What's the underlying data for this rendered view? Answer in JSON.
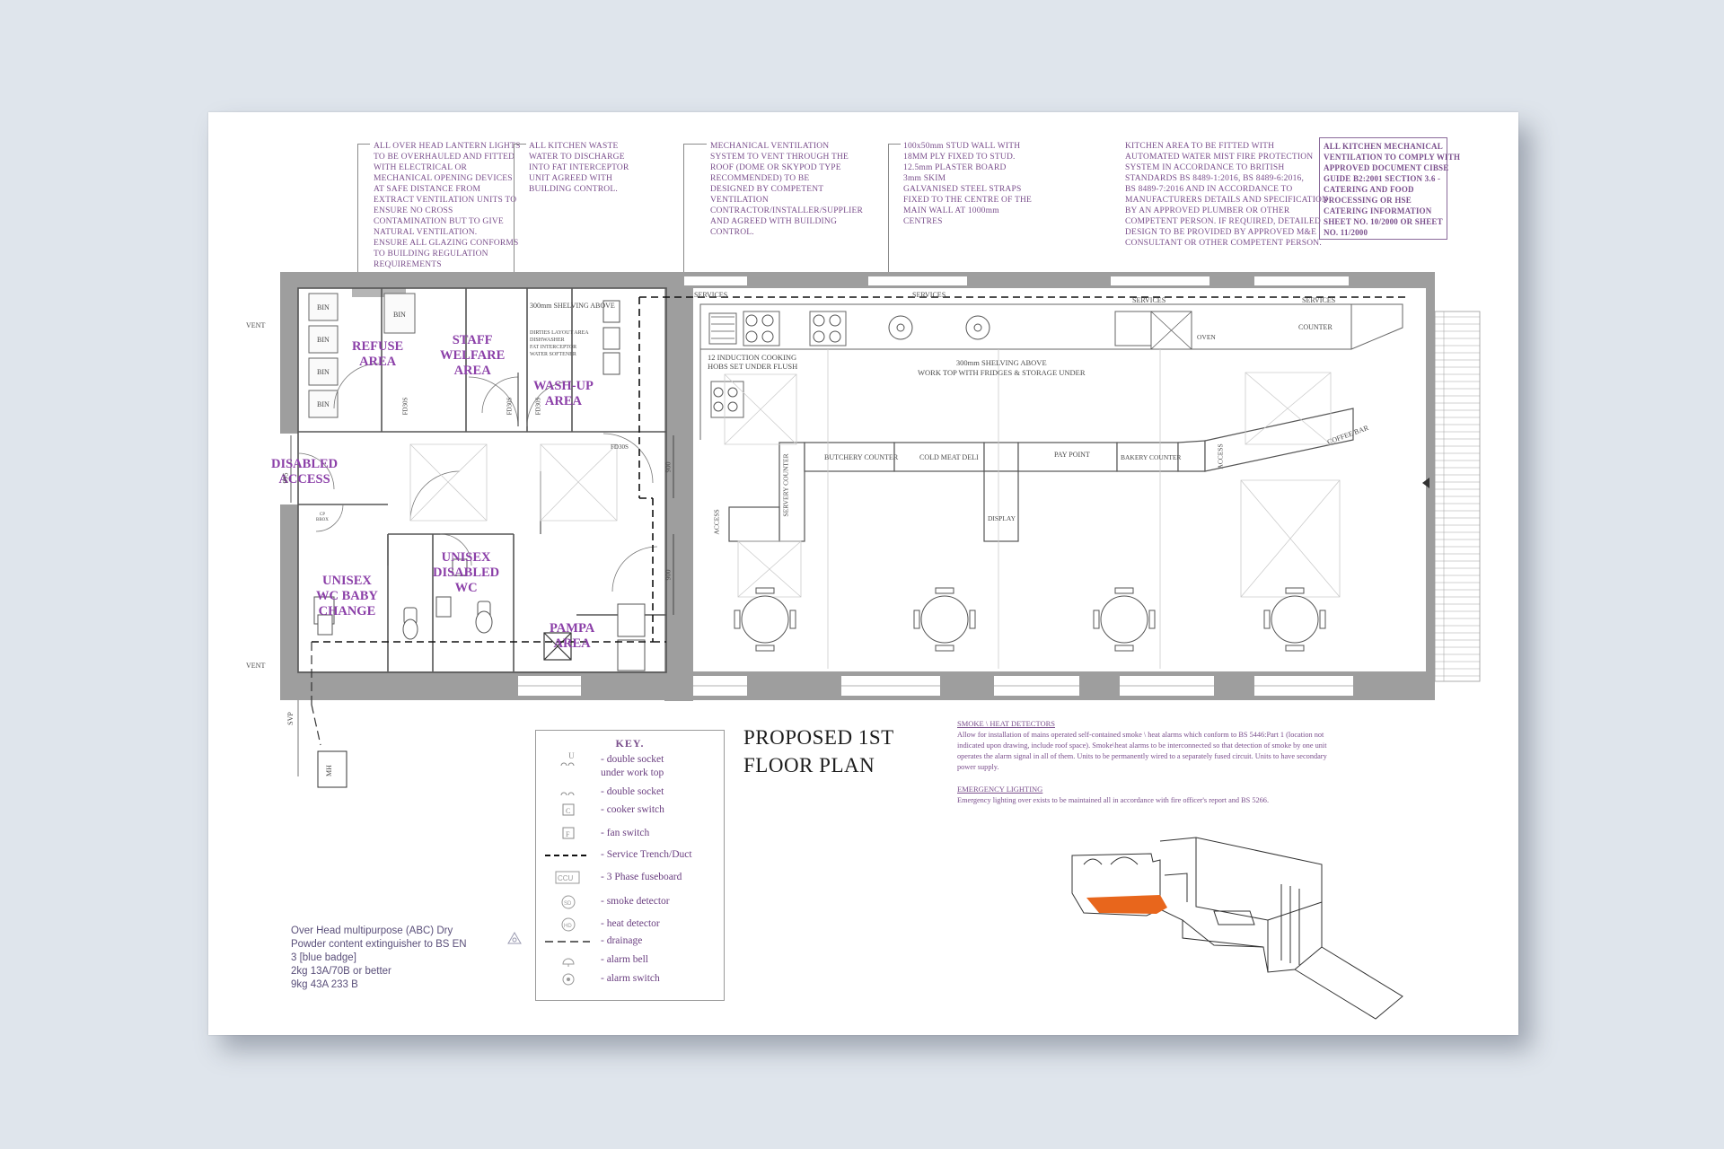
{
  "notes": [
    {
      "text": "ALL OVER HEAD LANTERN LIGHTS\nTO BE OVERHAULED AND FITTED\nWITH ELECTRICAL OR\nMECHANICAL OPENING DEVICES\nAT SAFE DISTANCE FROM\nEXTRACT VENTILATION UNITS TO\nENSURE NO CROSS\nCONTAMINATION BUT TO GIVE\nNATURAL VENTILATION.\nENSURE ALL GLAZING CONFORMS\nTO BUILDING REGULATION\nREQUIREMENTS"
    },
    {
      "text": "ALL KITCHEN WASTE\nWATER TO DISCHARGE\nINTO FAT INTERCEPTOR\nUNIT AGREED WITH\nBUILDING CONTROL."
    },
    {
      "text": "MECHANICAL VENTILATION\nSYSTEM TO VENT THROUGH THE\nROOF (DOME OR SKYPOD TYPE\nRECOMMENDED) TO BE\nDESIGNED BY COMPETENT\nVENTILATION\nCONTRACTOR/INSTALLER/SUPPLIER\nAND AGREED WITH BUILDING\nCONTROL."
    },
    {
      "text": "100x50mm STUD WALL WITH\n18MM PLY FIXED TO STUD.\n12.5mm PLASTER BOARD\n3mm SKIM\nGALVANISED STEEL STRAPS\nFIXED TO THE CENTRE OF THE\nMAIN WALL AT 1000mm\nCENTRES"
    },
    {
      "text": "KITCHEN AREA TO BE FITTED WITH\nAUTOMATED WATER MIST FIRE PROTECTION\nSYSTEM IN ACCORDANCE TO BRITISH\nSTANDARDS BS 8489-1:2016, BS 8489-6:2016,\nBS 8489-7:2016 AND IN ACCORDANCE TO\nMANUFACTURERS DETAILS AND SPECIFICATION\nBY AN APPROVED PLUMBER OR OTHER\nCOMPETENT PERSON. IF REQUIRED, DETAILED\nDESIGN TO BE PROVIDED BY APPROVED M&E\nCONSULTANT OR OTHER COMPETENT PERSON."
    },
    {
      "text": "ALL KITCHEN MECHANICAL\nVENTILATION TO COMPLY WITH\nAPPROVED DOCUMENT CIBSE\nGUIDE B2:2001 SECTION 3.6 -\nCATERING AND FOOD\nPROCESSING OR HSE\nCATERING INFORMATION\nSHEET NO. 10/2000  OR SHEET\nNO. 11/2000"
    }
  ],
  "rooms": {
    "refuse": "REFUSE\nAREA",
    "staff_welfare": "STAFF\nWELFARE\nAREA",
    "wash_up": "WASH-UP\nAREA",
    "disabled_access": "DISABLED\nACCESS",
    "unisex_baby": "UNISEX\nWC BABY\nCHANGE",
    "unisex_disabled": "UNISEX\nDISABLED\nWC",
    "pampa": "PAMPA\nAREA"
  },
  "labels": {
    "bin": "BIN",
    "vent": "VENT",
    "svp": "SVP",
    "mh": "MH",
    "services": "SERVICES",
    "shelving_top": "300mm SHELVING ABOVE",
    "dirties": "DIRTIES LAYOUT AREA\nDISHWASHER\nFAT INTERCEPTOR\nWATER SOFTENER",
    "induction": "12 INDUCTION COOKING\nHOBS SET UNDER FLUSH",
    "shelving_worktop": "300mm SHELVING ABOVE\nWORK TOP WITH FRIDGES & STORAGE UNDER",
    "oven": "OVEN",
    "counter": "COUNTER",
    "butchery": "BUTCHERY COUNTER",
    "cold_meat": "COLD MEAT DELI",
    "pay_point": "PAY POINT",
    "bakery": "BAKERY COUNTER",
    "coffee_bar": "COFFEE BAR",
    "access": "ACCESS",
    "servery": "SERVERY COUNTER",
    "display": "DISPLAY",
    "fd30s": "FD30S",
    "dim_995": "995",
    "dim_900": "900",
    "cp": "CP\nBBOX"
  },
  "title": "PROPOSED 1ST\nFLOOR PLAN",
  "key": {
    "heading": "KEY.",
    "items": [
      {
        "icon": "double-socket-worktop-icon",
        "label": "- double socket\nunder work top"
      },
      {
        "icon": "double-socket-icon",
        "label": "- double socket"
      },
      {
        "icon": "cooker-switch-icon",
        "label": "- cooker switch"
      },
      {
        "icon": "fan-switch-icon",
        "label": "- fan switch"
      },
      {
        "icon": "service-trench-icon",
        "label": "- Service Trench/Duct"
      },
      {
        "icon": "fuseboard-icon",
        "label": "- 3 Phase fuseboard"
      },
      {
        "icon": "smoke-detector-icon",
        "label": "- smoke detector"
      },
      {
        "icon": "heat-detector-icon",
        "label": "- heat detector"
      },
      {
        "icon": "drainage-icon",
        "label": "- drainage"
      },
      {
        "icon": "alarm-bell-icon",
        "label": "- alarm bell"
      },
      {
        "icon": "alarm-switch-icon",
        "label": "- alarm switch"
      }
    ],
    "symbols": {
      "u": "U",
      "c": "C",
      "f": "F",
      "ccu": "CCU",
      "sd": "SD",
      "hd": "HD"
    }
  },
  "extinguisher_note": "Over Head multipurpose (ABC) Dry\nPowder content extinguisher to BS EN\n3 [blue badge]\n2kg 13A/70B or better\n9kg 43A 233 B",
  "smoke_heading": "SMOKE \\ HEAT DETECTORS",
  "smoke_text": "Allow for installation of mains operated self-contained smoke \\ heat alarms which conform to BS 5446:Part 1 (location not indicated upon drawing, include roof space). Smoke\\heat alarms to be interconnected so that detection of smoke by one unit operates the alarm signal in all of them.  Units to be permanently wired to a separately fused circuit.  Units to have secondary power supply.",
  "emergency_heading": "EMERGENCY LIGHTING",
  "emergency_text": "Emergency lighting over exists to be maintained all in accordance with fire officer's report and BS 5266.",
  "colors": {
    "room_text": "#8b3fa8",
    "note_text": "#7a4f8c",
    "wall": "#9e9e9e",
    "highlight": "#e8661c"
  }
}
